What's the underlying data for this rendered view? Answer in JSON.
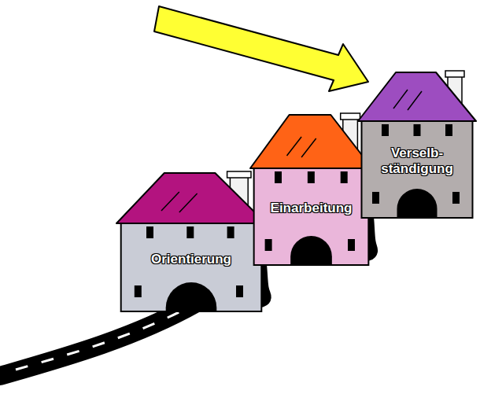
{
  "diagram": {
    "nodes": [
      {
        "text": [
          "Orientierung"
        ]
      },
      {
        "text": [
          "Einarbeitung"
        ]
      },
      {
        "text": [
          "Verselb- ständigung"
        ]
      }
    ],
    "edges": [
      {
        "from": 0,
        "to": 1,
        "arrow": "none"
      },
      {
        "from": 1,
        "to": 2,
        "arrow": "none"
      }
    ]
  }
}
